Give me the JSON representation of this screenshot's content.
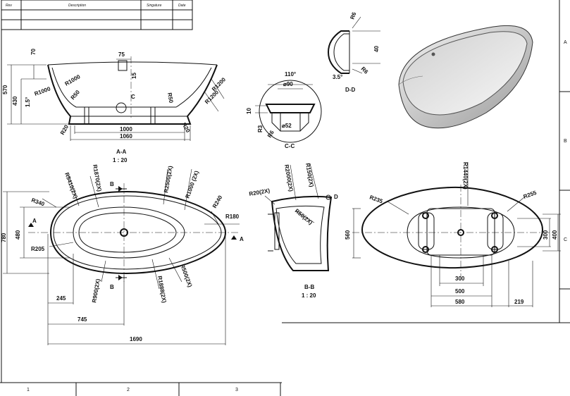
{
  "title_block": {
    "col_rev": "Rev",
    "col_description": "Description",
    "col_signature": "Singature",
    "col_date": "Date"
  },
  "grid": {
    "rows": [
      "A",
      "B",
      "C"
    ],
    "cols": [
      "1",
      "2",
      "3"
    ]
  },
  "section_aa": {
    "title": "A-A",
    "scale": "1 : 20",
    "dims": {
      "h70": "70",
      "h75": "75",
      "h15": "15",
      "h430": "430",
      "h570": "570",
      "r1000_left": "R1000",
      "r1000_top": "R1000",
      "r50_left": "R50",
      "r50_right": "R50",
      "r1200_a": "R1200",
      "r1200_b": "R1200",
      "angle": "1.5°",
      "r20_left": "R20",
      "r20_right": "R20",
      "w1000": "1000",
      "w1060": "1060",
      "c_mark": "C"
    }
  },
  "section_cc": {
    "title": "C-C",
    "dims": {
      "angle": "110°",
      "d90": "⌀90",
      "h10": "10",
      "r3": "R3",
      "r6": "R6",
      "d52": "⌀52"
    }
  },
  "section_dd": {
    "title": "D-D",
    "dims": {
      "r6_top": "R6",
      "h40": "40",
      "r6_bottom": "R6",
      "angle": "3.5°"
    }
  },
  "plan_view": {
    "dims": {
      "r340": "R340",
      "r5410": "R5410(2X)",
      "r1870": "R1870(2X)",
      "b_top": "B",
      "r2500": "R2500(2X)",
      "r1000": "R1000 (2X)",
      "r240": "R240",
      "r180": "R180",
      "h780": "780",
      "h480": "480",
      "r205": "R205",
      "a_left": "A",
      "a_right": "A",
      "r900": "R900(2X)",
      "b_bottom": "B",
      "r1888": "R1888(2X)",
      "r500": "R500(2X)",
      "w245": "245",
      "w745": "745",
      "w1690": "1690"
    }
  },
  "section_bb": {
    "title": "B-B",
    "scale": "1 : 20",
    "dims": {
      "r20": "R20(2X)",
      "r2000": "R2000(2X)",
      "r150": "R150(2X)",
      "d_mark": "D",
      "r50": "R50(2X)"
    }
  },
  "bottom_view": {
    "dims": {
      "r235": "R235",
      "r1440": "R1440(2X)",
      "r255": "R255",
      "h560": "560",
      "h300": "300",
      "h400": "400",
      "w300": "300",
      "w500": "500",
      "w580": "580",
      "w219": "219"
    }
  }
}
